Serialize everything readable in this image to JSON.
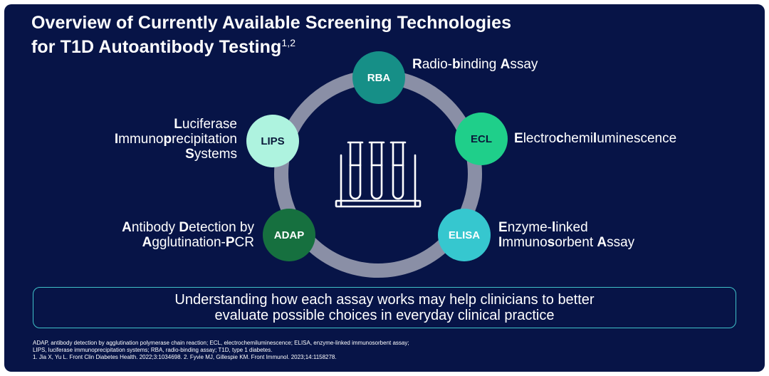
{
  "title": {
    "line1": "Overview of Currently Available Screening Technologies",
    "line2": "for T1D Autoantibody Testing",
    "superscript": "1,2"
  },
  "center_icon": "test-tubes-in-rack-icon",
  "nodes": [
    {
      "abbr": "RBA",
      "color": "#168f87",
      "text_color": "#ffffff",
      "label_parts": [
        [
          {
            "t": "R",
            "b": true
          },
          {
            "t": "adio-",
            "b": false
          },
          {
            "t": "b",
            "b": true
          },
          {
            "t": "inding ",
            "b": false
          },
          {
            "t": "A",
            "b": true
          },
          {
            "t": "ssay",
            "b": false
          }
        ]
      ]
    },
    {
      "abbr": "ECL",
      "color": "#1fcf8a",
      "text_color": "#0a1a3a",
      "label_parts": [
        [
          {
            "t": "E",
            "b": true
          },
          {
            "t": "lectro",
            "b": false
          },
          {
            "t": "c",
            "b": true
          },
          {
            "t": "hemi",
            "b": false
          },
          {
            "t": "l",
            "b": true
          },
          {
            "t": "uminescence",
            "b": false
          }
        ]
      ]
    },
    {
      "abbr": "ELISA",
      "color": "#36c7cf",
      "text_color": "#ffffff",
      "label_parts": [
        [
          {
            "t": "E",
            "b": true
          },
          {
            "t": "nzyme-",
            "b": false
          },
          {
            "t": "l",
            "b": true
          },
          {
            "t": "inked",
            "b": false
          }
        ],
        [
          {
            "t": "I",
            "b": true
          },
          {
            "t": "mmuno",
            "b": false
          },
          {
            "t": "s",
            "b": true
          },
          {
            "t": "orbent ",
            "b": false
          },
          {
            "t": "A",
            "b": true
          },
          {
            "t": "ssay",
            "b": false
          }
        ]
      ]
    },
    {
      "abbr": "ADAP",
      "color": "#16703f",
      "text_color": "#ffffff",
      "label_parts": [
        [
          {
            "t": "A",
            "b": true
          },
          {
            "t": "ntibody ",
            "b": false
          },
          {
            "t": "D",
            "b": true
          },
          {
            "t": "etection by",
            "b": false
          }
        ],
        [
          {
            "t": "A",
            "b": true
          },
          {
            "t": "gglutination-",
            "b": false
          },
          {
            "t": "P",
            "b": true
          },
          {
            "t": "CR",
            "b": false
          }
        ]
      ]
    },
    {
      "abbr": "LIPS",
      "color": "#aef3df",
      "text_color": "#0a1a3a",
      "label_parts": [
        [
          {
            "t": "L",
            "b": true
          },
          {
            "t": "uciferase",
            "b": false
          }
        ],
        [
          {
            "t": "I",
            "b": true
          },
          {
            "t": "mmuno",
            "b": false
          },
          {
            "t": "p",
            "b": true
          },
          {
            "t": "recipitation",
            "b": false
          }
        ],
        [
          {
            "t": "S",
            "b": true
          },
          {
            "t": "ystems",
            "b": false
          }
        ]
      ]
    }
  ],
  "callout": {
    "line1": "Understanding how each assay works may help clinicians to better",
    "line2": "evaluate possible choices in everyday clinical practice"
  },
  "footnotes": [
    "ADAP, antibody detection by agglutination polymerase chain reaction; ECL, electrochemiluminescence; ELISA, enzyme-linked immunosorbent assay;",
    "LIPS, luciferase immunoprecipitation systems; RBA, radio-binding assay; T1D, type 1 diabetes.",
    "1. Jia X, Yu L. Front Clin Diabetes Health. 2022;3:1034698. 2. Fyvie MJ, Gillespie KM. Front Immunol. 2023;14:1158278."
  ],
  "colors": {
    "background": "#071447",
    "ring": "#8a8fa6",
    "callout_border": "#3fc1c9"
  }
}
